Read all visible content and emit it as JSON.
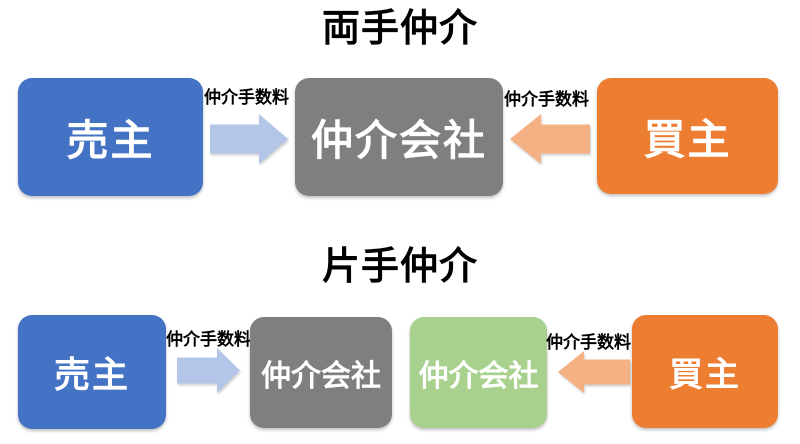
{
  "colors": {
    "seller_blue": "#4472C4",
    "broker_gray": "#7F7F7F",
    "buyer_orange": "#ED7D31",
    "broker_green": "#A9D18E",
    "arrow_blue": "#B4C6E7",
    "arrow_orange": "#F4B183",
    "box_text": "#FFFFFF",
    "title_text": "#000000"
  },
  "ryote": {
    "title": "両手仲介",
    "seller_label": "売主",
    "broker_label": "仲介会社",
    "buyer_label": "買主",
    "fee_left_label": "仲介手数料",
    "fee_right_label": "仲介手数料"
  },
  "katate": {
    "title": "片手仲介",
    "seller_label": "売主",
    "seller_side_broker_label": "仲介会社",
    "buyer_side_broker_label": "仲介会社",
    "buyer_label": "買主",
    "fee_left_label": "仲介手数料",
    "fee_right_label": "仲介手数料"
  }
}
